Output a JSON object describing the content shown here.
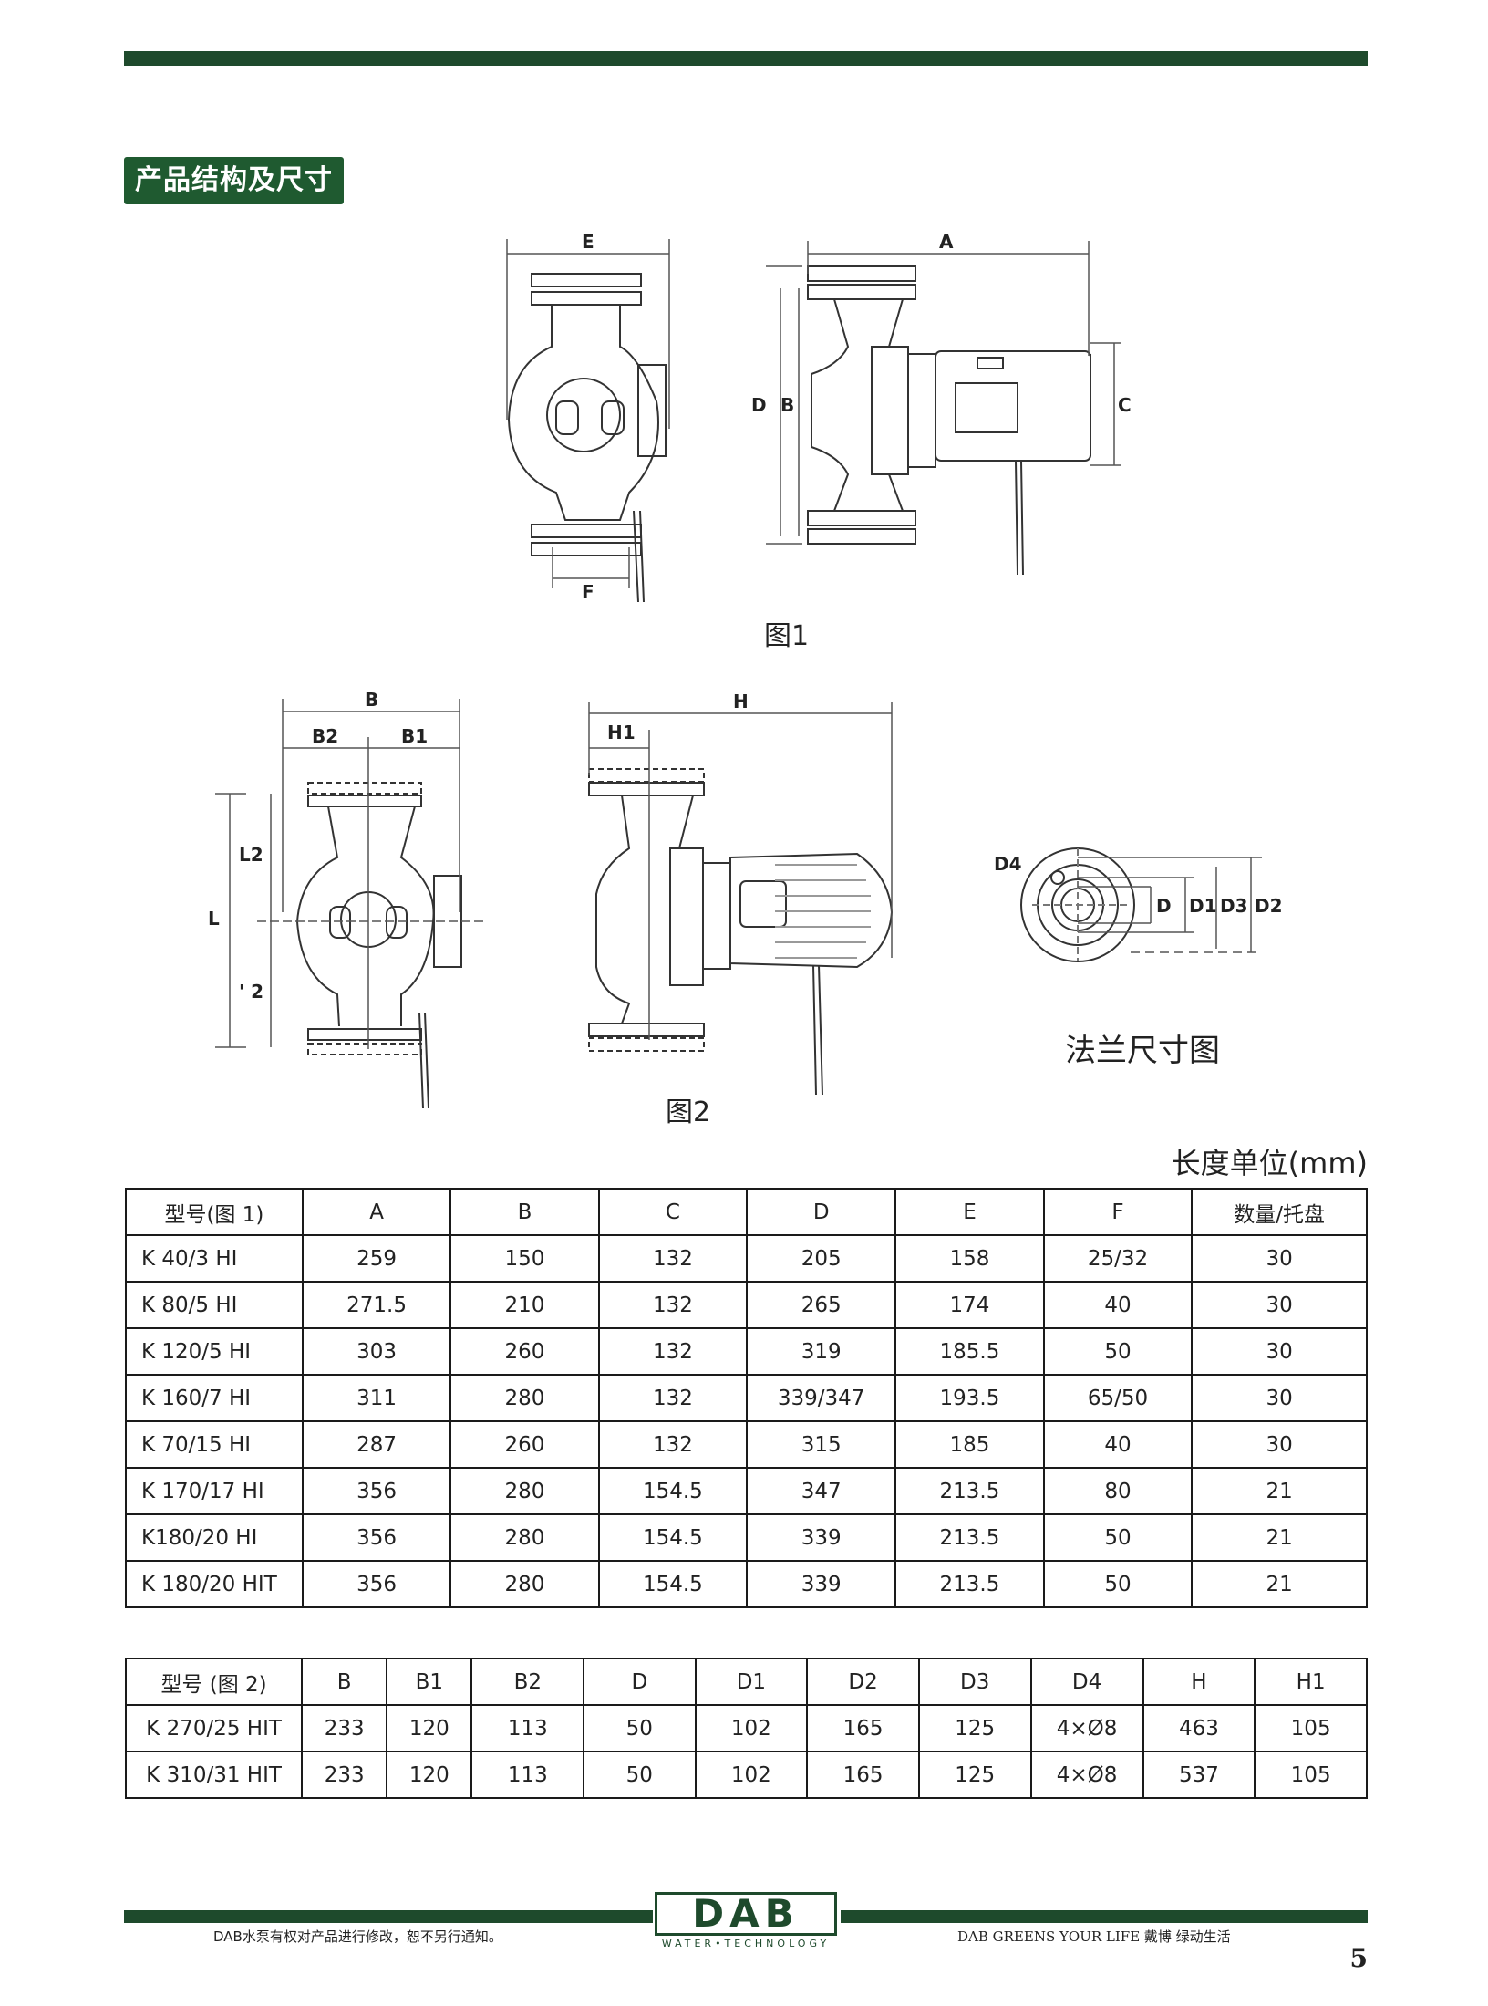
{
  "section_title": "产品结构及尺寸",
  "fig1": {
    "caption": "图1",
    "labels": {
      "E": "E",
      "F": "F",
      "A": "A",
      "D": "D",
      "B": "B",
      "C": "C"
    }
  },
  "fig2": {
    "caption": "图2",
    "labels": {
      "B": "B",
      "B2": "B2",
      "B1": "B1",
      "L": "L",
      "L2": "L2",
      "L1": "' 2",
      "H": "H",
      "H1": "H1"
    }
  },
  "flange": {
    "caption": "法兰尺寸图",
    "labels": {
      "D4": "D4",
      "D": "D",
      "D1": "D1",
      "D3": "D3",
      "D2": "D2"
    }
  },
  "unit_label": "长度单位(mm)",
  "table1": {
    "headers": [
      "型号(图 1)",
      "A",
      "B",
      "C",
      "D",
      "E",
      "F",
      "数量/托盘"
    ],
    "rows": [
      [
        "K 40/3 HI",
        "259",
        "150",
        "132",
        "205",
        "158",
        "25/32",
        "30"
      ],
      [
        "K 80/5 HI",
        "271.5",
        "210",
        "132",
        "265",
        "174",
        "40",
        "30"
      ],
      [
        "K 120/5 HI",
        "303",
        "260",
        "132",
        "319",
        "185.5",
        "50",
        "30"
      ],
      [
        "K 160/7 HI",
        "311",
        "280",
        "132",
        "339/347",
        "193.5",
        "65/50",
        "30"
      ],
      [
        "K 70/15 HI",
        "287",
        "260",
        "132",
        "315",
        "185",
        "40",
        "30"
      ],
      [
        "K 170/17 HI",
        "356",
        "280",
        "154.5",
        "347",
        "213.5",
        "80",
        "21"
      ],
      [
        "K180/20 HI",
        "356",
        "280",
        "154.5",
        "339",
        "213.5",
        "50",
        "21"
      ],
      [
        "K 180/20 HIT",
        "356",
        "280",
        "154.5",
        "339",
        "213.5",
        "50",
        "21"
      ]
    ]
  },
  "table2": {
    "headers": [
      "型号  (图 2)",
      "B",
      "B1",
      "B2",
      "D",
      "D1",
      "D2",
      "D3",
      "D4",
      "H",
      "H1"
    ],
    "rows": [
      [
        "K 270/25 HIT",
        "233",
        "120",
        "113",
        "50",
        "102",
        "165",
        "125",
        "4×Ø8",
        "463",
        "105"
      ],
      [
        "K 310/31 HIT",
        "233",
        "120",
        "113",
        "50",
        "102",
        "165",
        "125",
        "4×Ø8",
        "537",
        "105"
      ]
    ]
  },
  "footer": {
    "logo": "DAB",
    "logo_sub": "WATER•TECHNOLOGY",
    "left_text": "DAB水泵有权对产品进行修改，恕不另行通知。",
    "right_text": "DAB GREENS YOUR LIFE  戴博 绿动生活",
    "page_number": "5"
  }
}
